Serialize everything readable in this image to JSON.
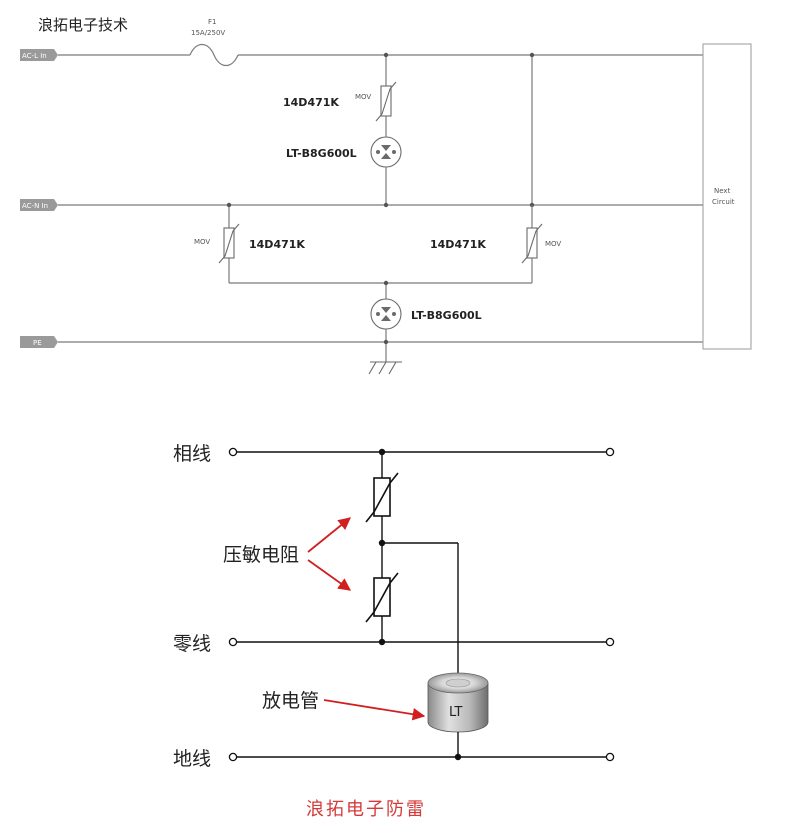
{
  "top": {
    "brand": "浪拓电子技术",
    "fuse_label": "F1",
    "fuse_rating": "15A/250V",
    "tag_l": "AC-L In",
    "tag_n": "AC-N In",
    "tag_pe": "PE",
    "next_line1": "Next",
    "next_line2": "Circuit",
    "mov_text": "MOV",
    "var_top": "14D471K",
    "gdt_top": "LT-B8G600L",
    "var_left": "14D471K",
    "var_right": "14D471K",
    "gdt_bottom": "LT-B8G600L"
  },
  "bottom": {
    "phase_line": "相线",
    "neutral_line": "零线",
    "ground_line": "地线",
    "varistor_label": "压敏电阻",
    "gdt_label": "放电管",
    "gdt_body": "LT",
    "footer": "浪拓电子防雷"
  }
}
